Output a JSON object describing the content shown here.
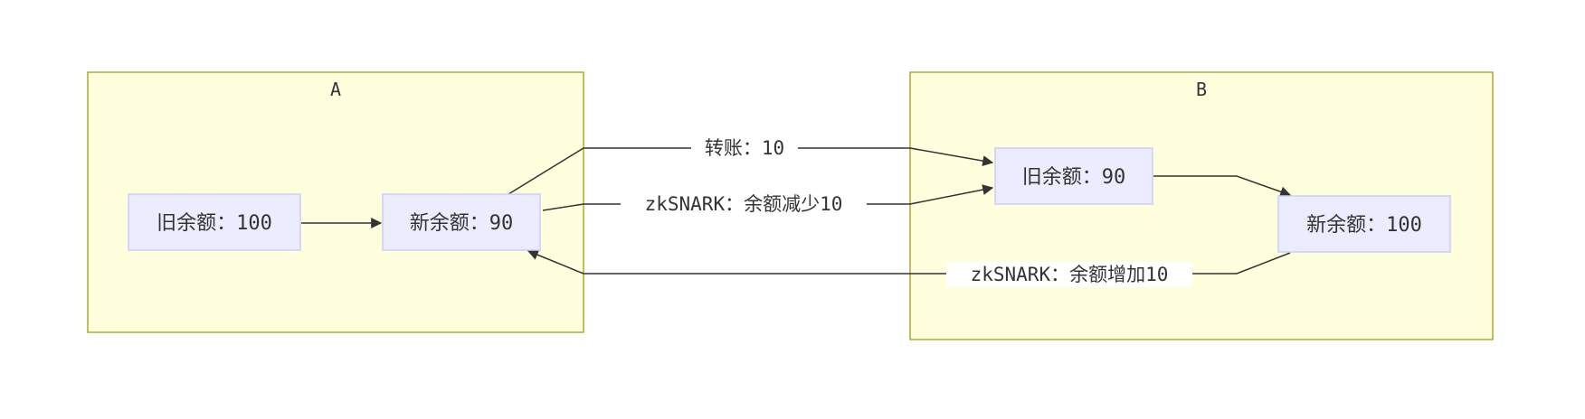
{
  "colors": {
    "cluster_fill": "#ffffde",
    "cluster_stroke": "#aaaa33",
    "node_fill": "#ececff",
    "node_stroke": "#ccccff",
    "edge_stroke": "#333333",
    "label_bg": "#ffffff",
    "text": "#333333"
  },
  "clusters": {
    "a": {
      "title": "A"
    },
    "b": {
      "title": "B"
    }
  },
  "nodes": {
    "a_old": {
      "label": "旧余额：100"
    },
    "a_new": {
      "label": "新余额：90"
    },
    "b_old": {
      "label": "旧余额：90"
    },
    "b_new": {
      "label": "新余额：100"
    }
  },
  "edges": {
    "a_old_to_a_new": {
      "label": ""
    },
    "transfer": {
      "label": "转账：10"
    },
    "proof_decrease": {
      "label": "zkSNARK：余额减少10"
    },
    "b_old_to_b_new": {
      "label": ""
    },
    "proof_increase": {
      "label": "zkSNARK：余额增加10"
    }
  }
}
